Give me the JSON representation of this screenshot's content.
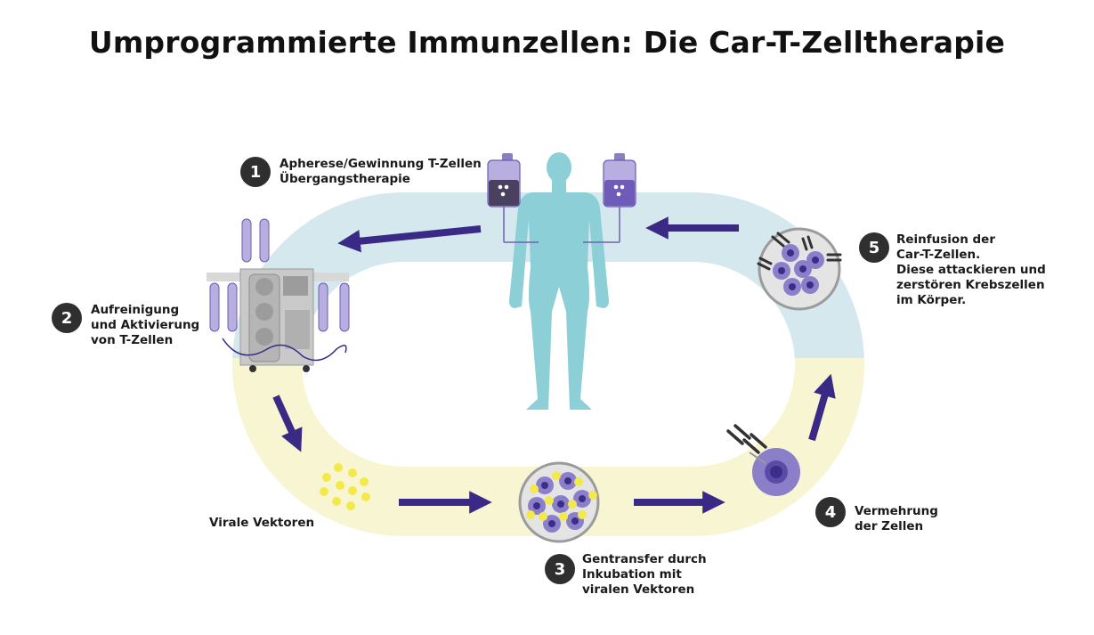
{
  "title": "Umprogrammierte Immunzellen: Die Car-T-Zelltherapie",
  "steps": [
    {
      "number": "1",
      "lines": [
        "Apherese/Gewinnung T-Zellen",
        "Übergangstherapie"
      ]
    },
    {
      "number": "2",
      "lines": [
        "Aufreinigung",
        "und Aktivierung",
        "von T-Zellen"
      ]
    },
    {
      "number": "3",
      "lines": [
        "Gentransfer durch",
        "Inkubation mit",
        "viralen Vektoren"
      ]
    },
    {
      "number": "4",
      "lines": [
        "Vermehrung",
        "der Zellen"
      ]
    },
    {
      "number": "5",
      "lines": [
        "Reinfusion der",
        "Car-T-Zellen.",
        "Diese attackieren und",
        "zerstören Krebszellen",
        "im Körper."
      ]
    }
  ],
  "viral_vectors_label": "Virale Vektoren",
  "colors": {
    "loop_blue": "#d4e8ee",
    "loop_yellow": "#f8f5d3",
    "arrow": "#3a2a85",
    "body": "#8ccfd6",
    "cell_purple": "#8b7fc9",
    "cell_dark": "#3b2d8a",
    "vector_yellow": "#f4e94a",
    "badge": "#2f2f2f"
  }
}
